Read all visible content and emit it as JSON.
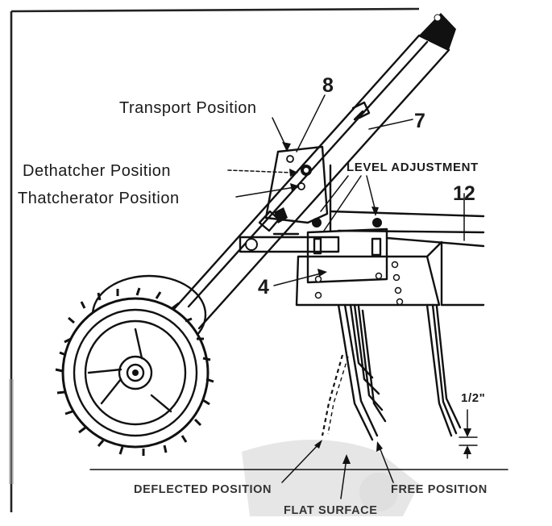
{
  "labels": {
    "transport": "Transport Position",
    "dethatcher": "Dethatcher Position",
    "thatcherator": "Thatcherator Position",
    "level_adjustment": "LEVEL ADJUSTMENT",
    "deflected": "DEFLECTED POSITION",
    "flat_surface": "FLAT SURFACE",
    "free": "FREE POSITION",
    "half_inch": "1/2\""
  },
  "callouts": {
    "n4": "4",
    "n7": "7",
    "n8": "8",
    "n12": "12"
  }
}
